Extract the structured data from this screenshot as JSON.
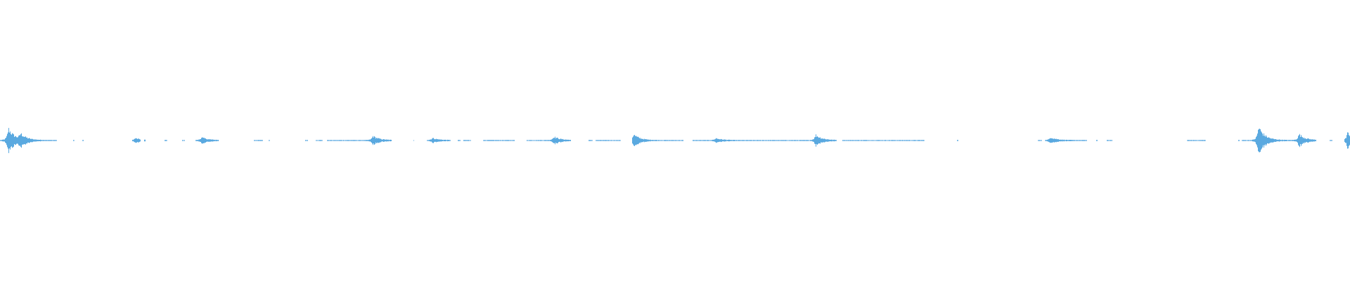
{
  "waveform": {
    "color": "#5AA9E0",
    "duration_fraction_segments": [
      [
        0.0,
        0.042
      ],
      [
        0.054,
        0.055
      ],
      [
        0.061,
        0.062
      ],
      [
        0.098,
        0.104
      ],
      [
        0.107,
        0.108
      ],
      [
        0.122,
        0.124
      ],
      [
        0.135,
        0.137
      ],
      [
        0.145,
        0.162
      ],
      [
        0.188,
        0.195
      ],
      [
        0.199,
        0.2
      ],
      [
        0.226,
        0.228
      ],
      [
        0.234,
        0.239
      ],
      [
        0.242,
        0.29
      ],
      [
        0.306,
        0.307
      ],
      [
        0.316,
        0.334
      ],
      [
        0.339,
        0.341
      ],
      [
        0.343,
        0.349
      ],
      [
        0.358,
        0.381
      ],
      [
        0.39,
        0.423
      ],
      [
        0.436,
        0.439
      ],
      [
        0.441,
        0.46
      ],
      [
        0.468,
        0.506
      ],
      [
        0.513,
        0.62
      ],
      [
        0.624,
        0.685
      ],
      [
        0.709,
        0.71
      ],
      [
        0.769,
        0.772
      ],
      [
        0.774,
        0.805
      ],
      [
        0.812,
        0.813
      ],
      [
        0.82,
        0.824
      ],
      [
        0.879,
        0.893
      ],
      [
        0.917,
        0.918
      ],
      [
        0.92,
        0.975
      ],
      [
        0.985,
        0.987
      ],
      [
        0.996,
        1.0
      ]
    ],
    "peaks": [
      {
        "at": 0.006,
        "amp": 0.1
      },
      {
        "at": 0.015,
        "amp": 0.045
      },
      {
        "at": 0.1,
        "amp": 0.016
      },
      {
        "at": 0.149,
        "amp": 0.024
      },
      {
        "at": 0.276,
        "amp": 0.035
      },
      {
        "at": 0.32,
        "amp": 0.018
      },
      {
        "at": 0.41,
        "amp": 0.03
      },
      {
        "at": 0.469,
        "amp": 0.05
      },
      {
        "at": 0.53,
        "amp": 0.016
      },
      {
        "at": 0.604,
        "amp": 0.045
      },
      {
        "at": 0.778,
        "amp": 0.025
      },
      {
        "at": 0.932,
        "amp": 0.115
      },
      {
        "at": 0.962,
        "amp": 0.05
      },
      {
        "at": 0.998,
        "amp": 0.06
      }
    ]
  }
}
